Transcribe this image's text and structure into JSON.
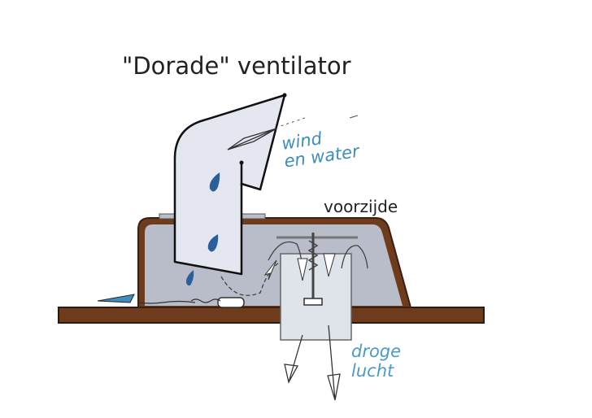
{
  "title": "\"Dorade\" ventilator",
  "labels": {
    "wind_water_line1": "wind",
    "wind_water_line2": "en water",
    "front": "voorzijde",
    "dry_air_line1": "droge",
    "dry_air_line2": "lucht"
  },
  "colors": {
    "label_blue": "#3d8dbd",
    "deck_brown": "#6e3b1c",
    "box_gray": "#b9bcc9",
    "water_blue": "#2b5f9a"
  }
}
